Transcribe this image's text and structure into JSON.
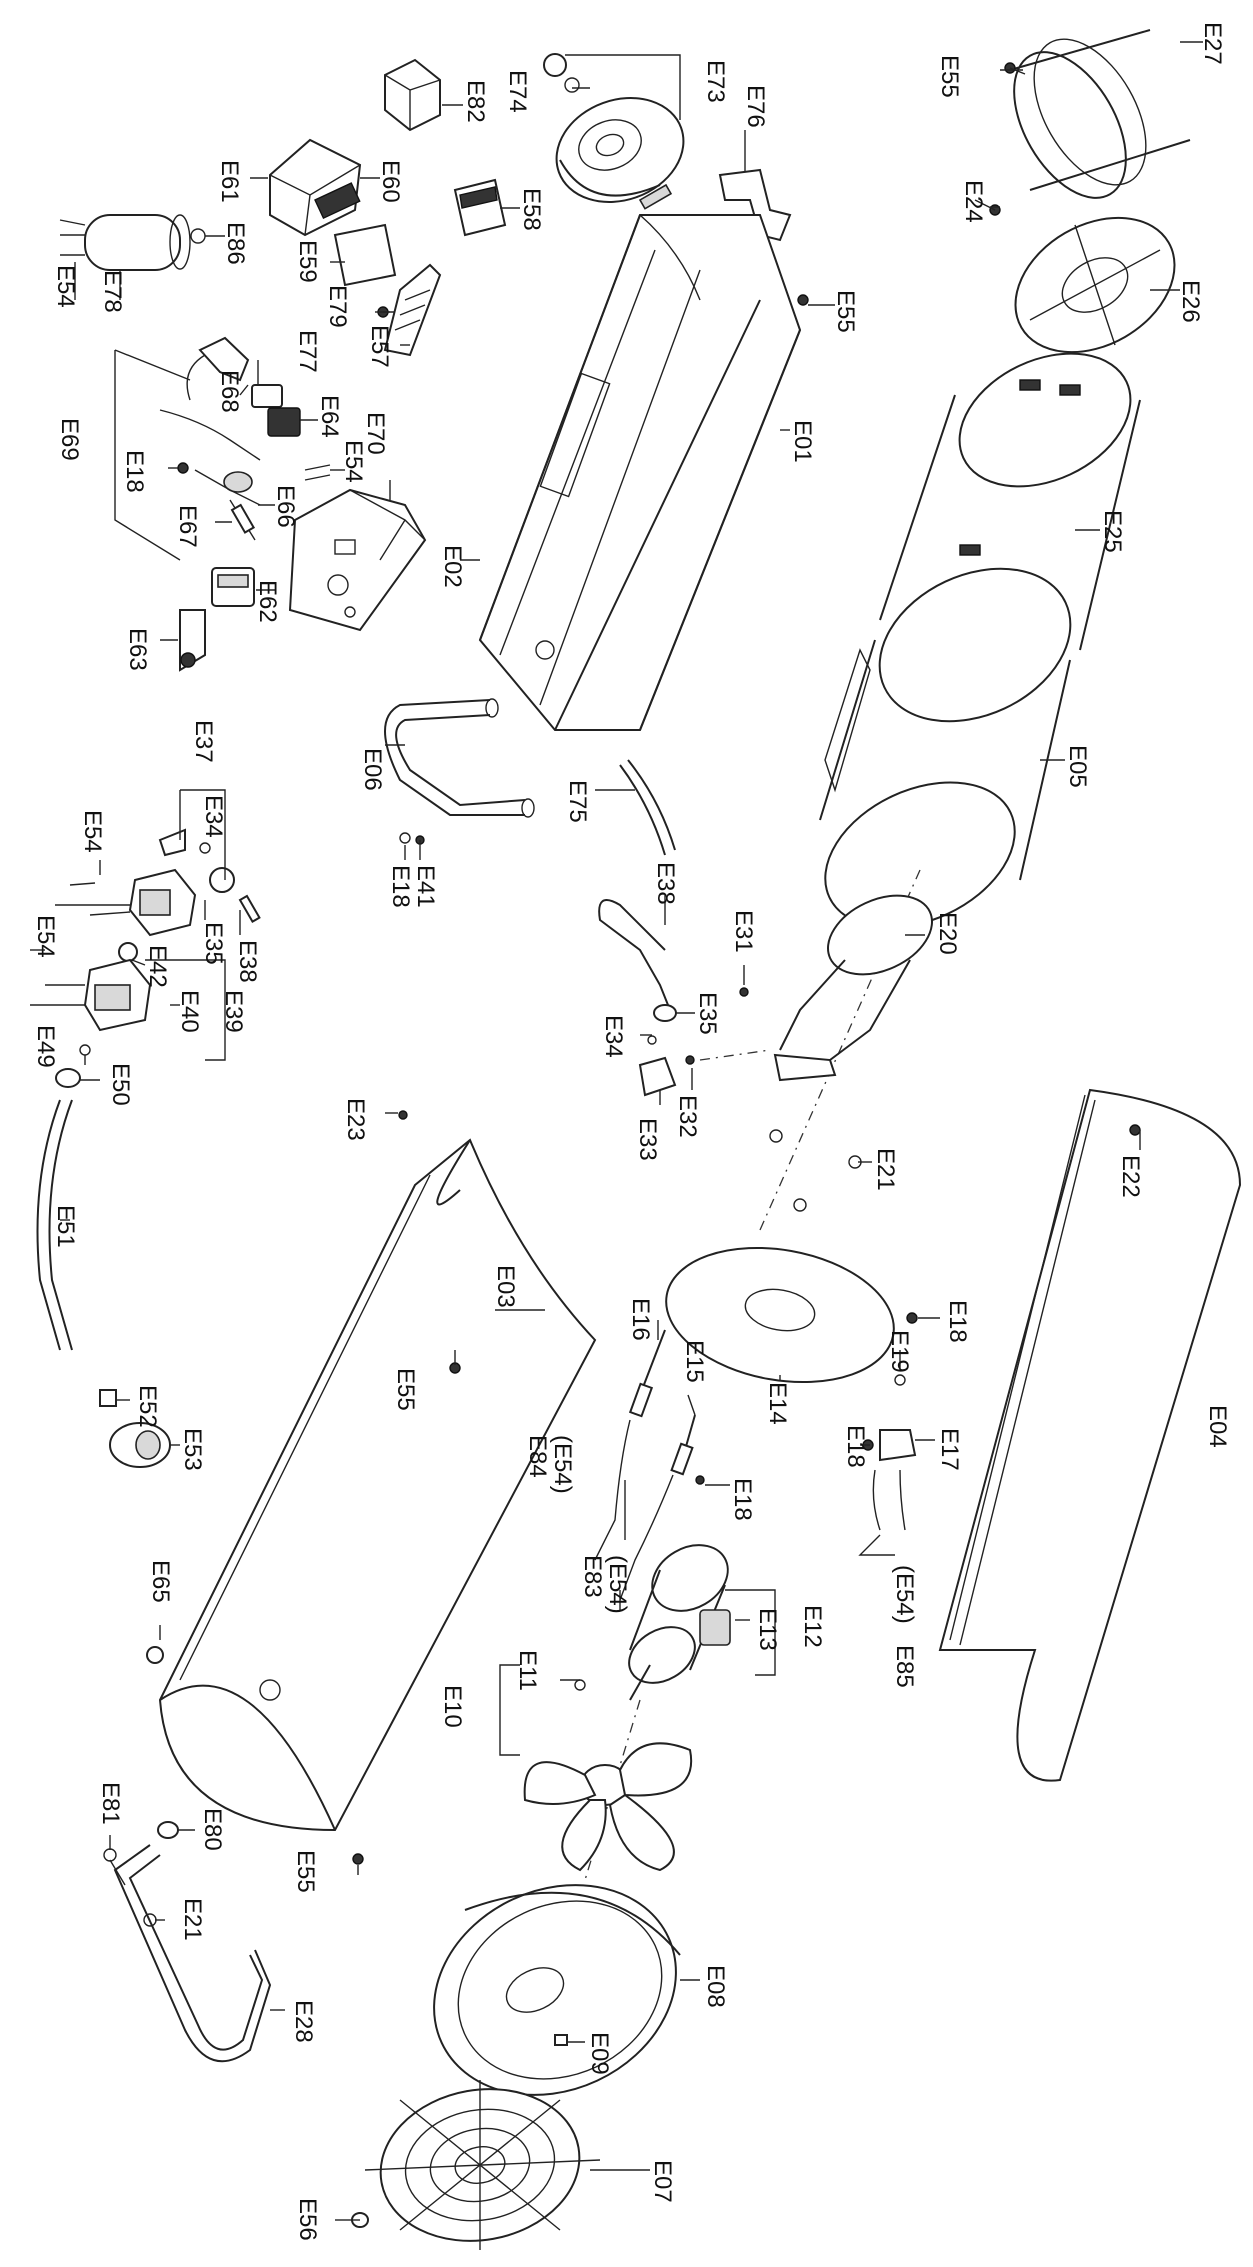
{
  "labels": {
    "e27": "E27",
    "e55a": "E55",
    "e24": "E24",
    "e26": "E26",
    "e73": "E73",
    "e74": "E74",
    "e76": "E76",
    "e82": "E82",
    "e58": "E58",
    "e55b": "E55",
    "e60": "E60",
    "e61": "E61",
    "e59": "E59",
    "e86": "E86",
    "e54a": "E54",
    "e78": "E78",
    "e79": "E79",
    "e57": "E57",
    "e77": "E77",
    "e68": "E68",
    "e64": "E64",
    "e70": "E70",
    "e54b": "E54",
    "e69": "E69",
    "e18a": "E18",
    "e66": "E66",
    "e67": "E67",
    "e62": "E62",
    "e63": "E63",
    "e02": "E02",
    "e01": "E01",
    "e25": "E25",
    "e05": "E05",
    "e06": "E06",
    "e75": "E75",
    "e37": "E37",
    "e34a": "E34",
    "e54c": "E54",
    "e35a": "E35",
    "e38a": "E38",
    "e41": "E41",
    "e18b": "E18",
    "e38b": "E38",
    "e31": "E31",
    "e20": "E20",
    "e54d": "E54",
    "e42": "E42",
    "e39": "E39",
    "e40": "E40",
    "e49": "E49",
    "e50": "E50",
    "e35b": "E35",
    "e34b": "E34",
    "e32": "E32",
    "e33": "E33",
    "e21a": "E21",
    "e23": "E23",
    "e22": "E22",
    "e51": "E51",
    "e18c": "E18",
    "e16": "E16",
    "e19": "E19",
    "e15": "E15",
    "e14": "E14",
    "e18d": "E18",
    "e17": "E17",
    "e55c": "E55",
    "e03": "E03",
    "e54e": "(E54)",
    "e84": "E84",
    "e18e": "E18",
    "e04": "E04",
    "e52": "E52",
    "e53": "E53",
    "e54f": "(E54)",
    "e83": "E83",
    "e12": "E12",
    "e13": "E13",
    "e54g": "(E54)",
    "e85": "E85",
    "e65": "E65",
    "e11": "E11",
    "e10": "E10",
    "e81": "E81",
    "e80": "E80",
    "e55d": "E55",
    "e21b": "E21",
    "e08": "E08",
    "e28": "E28",
    "e09": "E09",
    "e07": "E07",
    "e56": "E56"
  }
}
